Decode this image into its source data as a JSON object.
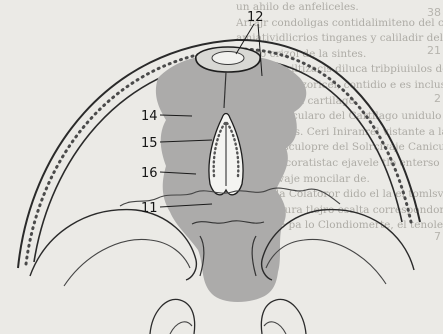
{
  "figure": {
    "callouts": [
      "12",
      "14",
      "15",
      "16",
      "11"
    ]
  },
  "background_text": {
    "lines": [
      "un ahilo de anfeliceles.",
      "Arrajr condoligas contidalimiteno del cordo-",
      "amiatividlicrios tinganes y caliladir del car-",
      "tilago crizoi de la sintes.",
      "Landrecariltizacis diluca tribpiuiulos del",
      "cartilago erizoricel, contidio e es incluso",
      "posterior del cartilago.",
      "Fasilis articularo del Cartilago unidulo apetil",
      "nenipadelas. Ceri Iniranrel vistante a la gra",
      "ti del musculopre del Solrcivaje Caniculos",
      "tle te los coratistac ejavele tlo enterso a",
      "al solrcivaje moncilar de.",
      "Diferlo la Colatoror dido el la el tomlsv to",
      "orjidad, tura tlejro esalta correspondora la pu",
      "le arierte pa lo Clondiomerte, el tenoles. a"
    ]
  },
  "margin_numbers": [
    "38",
    "21",
    "2",
    "7"
  ]
}
